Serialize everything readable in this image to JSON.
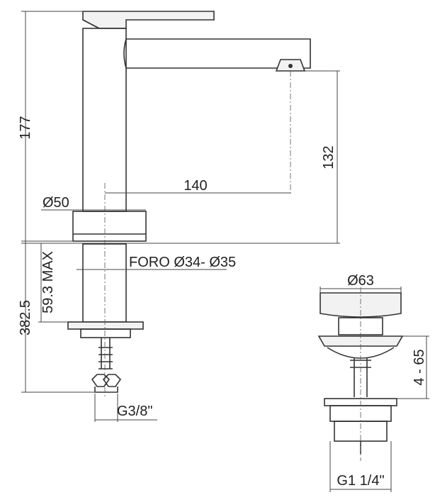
{
  "dimensions": {
    "height_total": "177",
    "spout_height": "132",
    "spout_reach": "140",
    "base_diameter": "Ø50",
    "hole": "FORO Ø34- Ø35",
    "thickness_max": "59.3 MAX",
    "height_with_hoses": "382.5",
    "hose_thread": "G3/8\"",
    "drain_diameter": "Ø63",
    "drain_range": "4 - 65",
    "drain_thread": "G1 1/4\""
  },
  "colors": {
    "line": "#333333",
    "background": "#ffffff"
  }
}
